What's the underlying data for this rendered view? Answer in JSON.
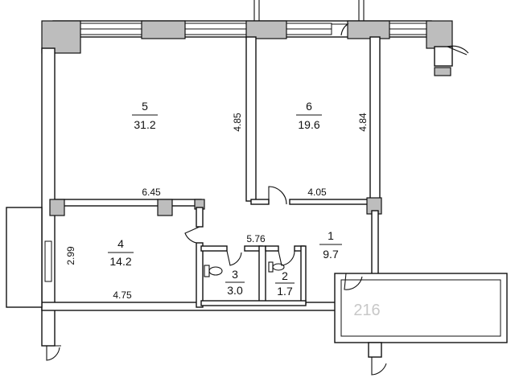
{
  "rooms": [
    {
      "number": "5",
      "area": "31.2"
    },
    {
      "number": "6",
      "area": "19.6"
    },
    {
      "number": "4",
      "area": "14.2"
    },
    {
      "number": "1",
      "area": "9.7"
    },
    {
      "number": "3",
      "area": "3.0"
    },
    {
      "number": "2",
      "area": "1.7"
    }
  ],
  "dimensions": [
    "4.85",
    "4.84",
    "6.45",
    "4.05",
    "5.76",
    "2.99",
    "4.75"
  ],
  "watermark": "216"
}
